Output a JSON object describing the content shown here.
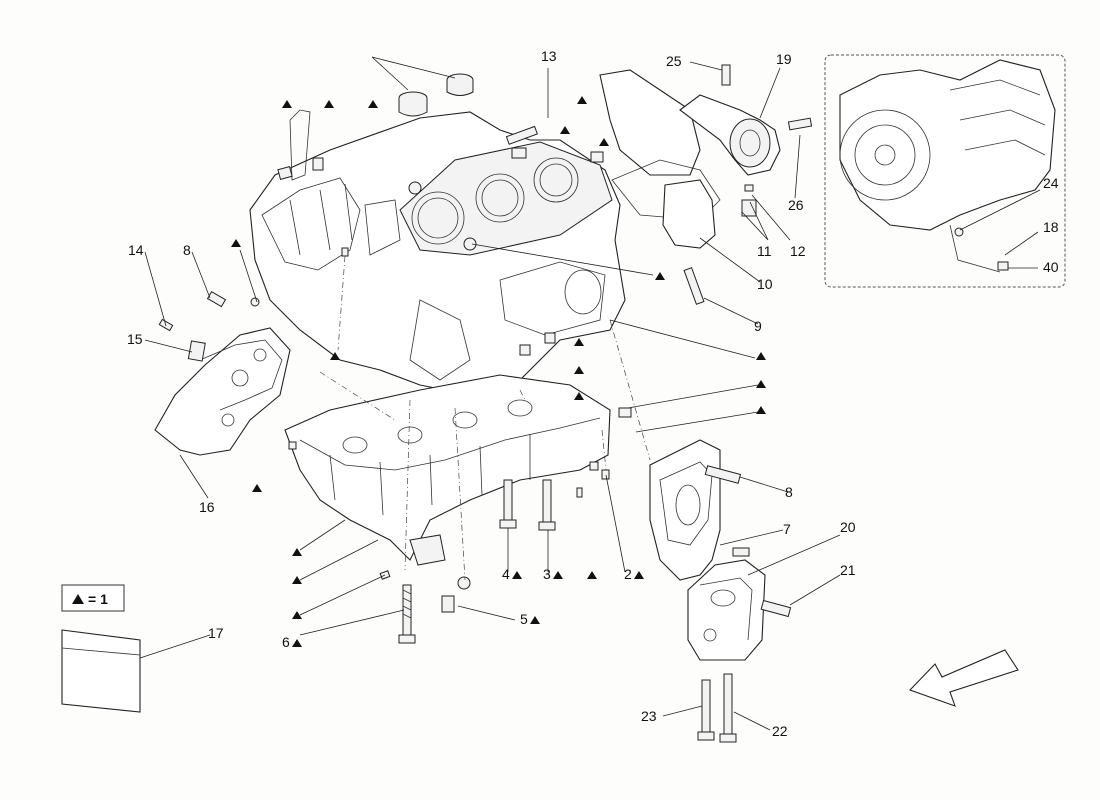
{
  "legend": {
    "text": "= 1"
  },
  "callouts": {
    "c2": "2",
    "c3": "3",
    "c4": "4",
    "c5": "5",
    "c6": "6",
    "c7": "7",
    "c8a": "8",
    "c8b": "8",
    "c9": "9",
    "c10": "10",
    "c11": "11",
    "c12": "12",
    "c13": "13",
    "c14": "14",
    "c15": "15",
    "c16": "16",
    "c17": "17",
    "c18": "18",
    "c19": "19",
    "c20": "20",
    "c21": "21",
    "c22": "22",
    "c23": "23",
    "c24": "24",
    "c25": "25",
    "c26": "26",
    "c40": "40"
  },
  "icons": {
    "marker": "triangle-marker-icon",
    "direction": "direction-arrow-icon"
  },
  "colors": {
    "line": "#222222",
    "background": "#fdfdfb"
  }
}
